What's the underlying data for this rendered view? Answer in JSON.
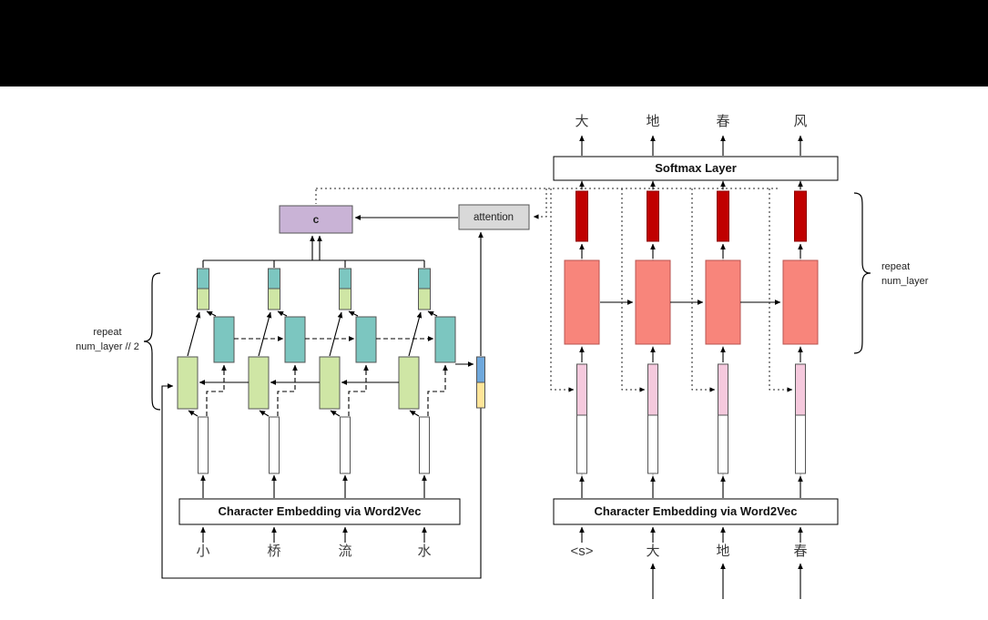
{
  "encoder": {
    "embedding_box_label": "Character Embedding via Word2Vec",
    "input_chars": [
      "小",
      "桥",
      "流",
      "水"
    ],
    "repeat_label": {
      "line1": "repeat",
      "line2": "num_layer // 2"
    }
  },
  "decoder": {
    "softmax_label": "Softmax Layer",
    "embedding_box_label": "Character Embedding via Word2Vec",
    "input_chars": [
      "<s>",
      "大",
      "地",
      "春"
    ],
    "output_chars": [
      "大",
      "地",
      "春",
      "风"
    ],
    "repeat_label": {
      "line1": "repeat",
      "line2": "num_layer"
    }
  },
  "attention_label": "attention",
  "context_label": "c",
  "colors": {
    "decoder_cell": "#f8857b",
    "decoder_state": "#c00000",
    "decoder_embedding_top": "#f5c9dd",
    "encoder_forward": "#cfe6a5",
    "encoder_backward": "#7cc6c0",
    "final_state_top": "#6fa8dc",
    "final_state_bottom": "#ffe599",
    "context_box": "#c9b3d6",
    "attention_box": "#d9d9d9"
  }
}
